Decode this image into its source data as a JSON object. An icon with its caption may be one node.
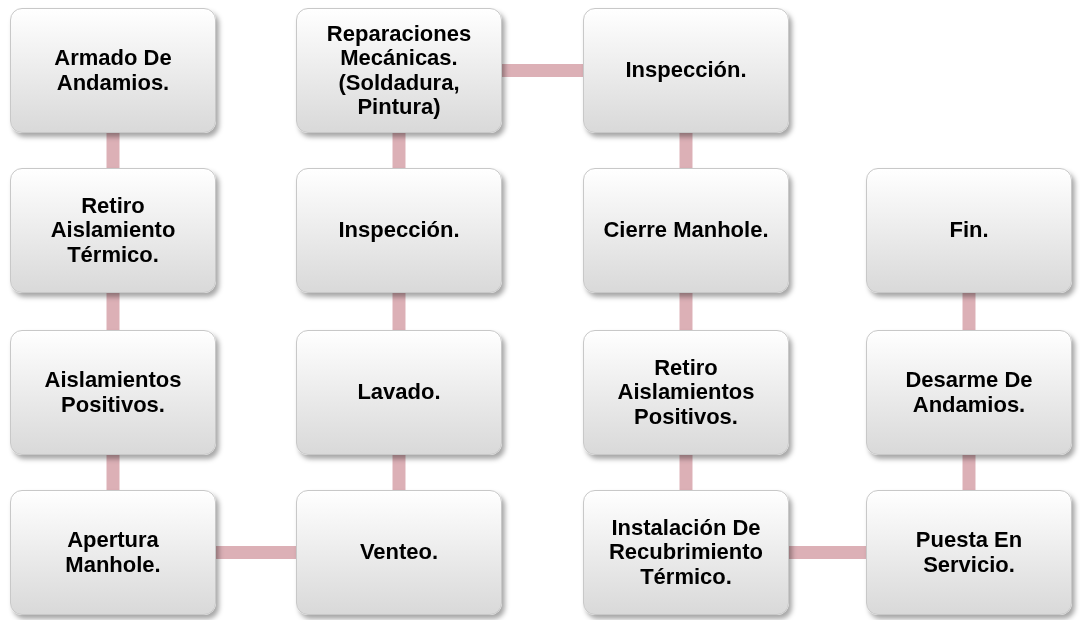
{
  "diagram": {
    "nodes": [
      {
        "text": [
          "Armado De Andamios."
        ]
      },
      {
        "text": [
          "Retiro Aislamiento Térmico."
        ]
      },
      {
        "text": [
          "Aislamientos Positivos."
        ]
      },
      {
        "text": [
          "Apertura Manhole."
        ]
      },
      {
        "text": [
          "Venteo."
        ]
      },
      {
        "text": [
          "Lavado."
        ]
      },
      {
        "text": [
          "Inspección."
        ]
      },
      {
        "text": [
          "Reparaciones Mecánicas. (Soldadura, Pintura)"
        ]
      },
      {
        "text": [
          "Inspección."
        ]
      },
      {
        "text": [
          "Cierre Manhole."
        ]
      },
      {
        "text": [
          "Retiro Aislamientos Positivos."
        ]
      },
      {
        "text": [
          "Instalación De Recubrimiento Térmico."
        ]
      },
      {
        "text": [
          "Puesta En Servicio."
        ]
      },
      {
        "text": [
          "Desarme De Andamios."
        ]
      },
      {
        "text": [
          "Fin."
        ]
      }
    ],
    "edges": [
      {
        "from": 0,
        "to": 1,
        "arrow": "none"
      },
      {
        "from": 1,
        "to": 2,
        "arrow": "none"
      },
      {
        "from": 2,
        "to": 3,
        "arrow": "none"
      },
      {
        "from": 3,
        "to": 4,
        "arrow": "none"
      },
      {
        "from": 4,
        "to": 5,
        "arrow": "none"
      },
      {
        "from": 5,
        "to": 6,
        "arrow": "none"
      },
      {
        "from": 6,
        "to": 7,
        "arrow": "none"
      },
      {
        "from": 7,
        "to": 8,
        "arrow": "none"
      },
      {
        "from": 8,
        "to": 9,
        "arrow": "none"
      },
      {
        "from": 9,
        "to": 10,
        "arrow": "none"
      },
      {
        "from": 10,
        "to": 11,
        "arrow": "none"
      },
      {
        "from": 11,
        "to": 12,
        "arrow": "none"
      },
      {
        "from": 12,
        "to": 13,
        "arrow": "none"
      },
      {
        "from": 13,
        "to": 14,
        "arrow": "none"
      }
    ]
  }
}
